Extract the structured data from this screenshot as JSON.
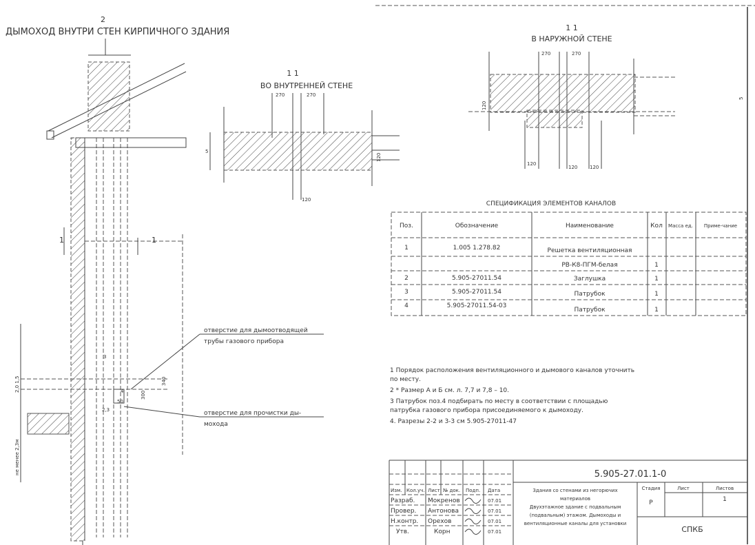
{
  "main_title": "ДЫМОХОД ВНУТРИ СТЕН КИРПИЧНОГО ЗДАНИЯ",
  "left_view": {
    "section_mark_top": "2",
    "section_mark_left": "1",
    "section_mark_right": "1",
    "label_pipe_hole": [
      "отверстие для дымоотводящей",
      "трубы газового прибора"
    ],
    "label_clean_hole": [
      "отверстие для прочистки ды-",
      "мохода"
    ],
    "vertical_note": "не менее 2,3м",
    "vertical_note2": "2,0 1,5",
    "marks": [
      "3",
      "4",
      "2,3",
      "50",
      "300",
      "340"
    ]
  },
  "section_inner": {
    "number": "1 1",
    "title": "ВО ВНУТРЕННЕЙ СТЕНЕ",
    "dims": [
      "270",
      "270",
      "120",
      "5",
      "120"
    ]
  },
  "section_outer": {
    "number": "1 1",
    "title": "В НАРУЖНОЙ СТЕНЕ",
    "dims": [
      "270",
      "270",
      "120",
      "120",
      "120",
      "120",
      "5"
    ]
  },
  "spec_table": {
    "title": "СПЕЦИФИКАЦИЯ ЭЛЕМЕНТОВ КАНАЛОВ",
    "headers": [
      "Поз.",
      "Обозначение",
      "Наименование",
      "Кол",
      "Масса ед.",
      "Приме-чание"
    ],
    "rows": [
      {
        "pos": "1",
        "code": "1.005 1.278.82",
        "name": "Решетка вентиляционная",
        "qty": ""
      },
      {
        "pos": "",
        "code": "",
        "name": "РВ-К8-ПГМ-белая",
        "qty": "1"
      },
      {
        "pos": "2",
        "code": "5.905-27011.54",
        "name": "Заглушка",
        "qty": "1"
      },
      {
        "pos": "3",
        "code": "5.905-27011.54",
        "name": "Патрубок",
        "qty": "1"
      },
      {
        "pos": "4",
        "code": "5.905-27011.54-03",
        "name": "Патрубок",
        "qty": "1"
      }
    ]
  },
  "notes": [
    "1  Порядок расположения вентиляционного и дымового каналов уточнить",
    "   по месту.",
    "2  * Размер А и Б см. л. 7,7 и 7,8 – 10.",
    "3  Патрубок поз.4 подбирать по месту в соответствии с площадью",
    "   патрубка газового прибора присоединяемого к дымоходу.",
    "4. Разрезы 2-2 и 3-3 см 5.905-27011-47"
  ],
  "title_block": {
    "code": "5.905-27.01.1-0",
    "header_cells": [
      "Изм.",
      "Кол.уч.",
      "Лист",
      "№ док.",
      "Подп.",
      "Дата"
    ],
    "people": [
      {
        "role": "Разраб.",
        "name": "Мокренов",
        "date": "07.01"
      },
      {
        "role": "Провер.",
        "name": "Антонова",
        "date": "07.01"
      },
      {
        "role": "Н.контр.",
        "name": "Орехов",
        "date": "07.01"
      },
      {
        "role": "Утв.",
        "name": "Корн",
        "date": "07.01"
      }
    ],
    "description": [
      "Здания со стенами из негорючих",
      "материалов",
      "Двухэтажное здание с подвальным",
      "(подвальным) этажом. Дымоходы и",
      "вентиляционные каналы для установки"
    ],
    "stage_label": "Стадия",
    "stage_value": "Р",
    "sheet_label": "Лист",
    "sheets_label": "Листов",
    "sheets_value": "1",
    "org": "СПКБ"
  }
}
